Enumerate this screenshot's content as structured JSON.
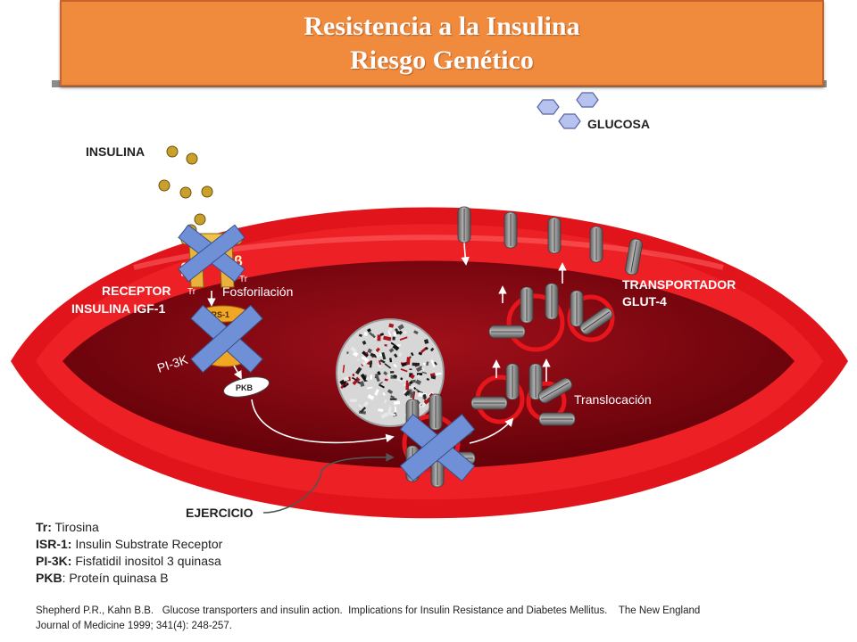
{
  "title": {
    "line1": "Resistencia a la Insulina",
    "line2": "Riesgo Genético"
  },
  "labels": {
    "insulina": "INSULINA",
    "glucosa": "GLUCOSA",
    "receptor_line1": "RECEPTOR",
    "receptor_line2": "INSULINA IGF-1",
    "fosforilacion": "Fosforilación",
    "transportador_line1": "TRANSPORTADOR",
    "transportador_line2": "GLUT-4",
    "translocacion": "Translocación",
    "ejercicio": "EJERCICIO",
    "pi3k": "PI-3K",
    "pkb": "PKB",
    "irs1": "IRS-1",
    "tr": "Tr",
    "beta": "β"
  },
  "legend": [
    {
      "abbr": "Tr:",
      "text": " Tirosina"
    },
    {
      "abbr": "ISR-1:",
      "text": " Insulin Substrate Receptor"
    },
    {
      "abbr": "PI-3K:",
      "text": " Fisfatidil inositol 3 quinasa"
    },
    {
      "abbr": "PKB",
      "text": ": Proteín quinasa B"
    }
  ],
  "reference": {
    "line1": "Shepherd P.R., Kahn B.B.   Glucose transporters and insulin action.  Implications for Insulin Resistance and Diabetes Mellitus.    The New England",
    "line2": "Journal of Medicine 1999; 341(4): 248-257."
  },
  "colors": {
    "title_bg": "#f08a3c",
    "cell_red": "#e0141a",
    "cell_dark": "#7a0008",
    "block_x": "#6f8fd6",
    "transporter": "#8a8a8a",
    "glucose": "#b7c3ee"
  }
}
